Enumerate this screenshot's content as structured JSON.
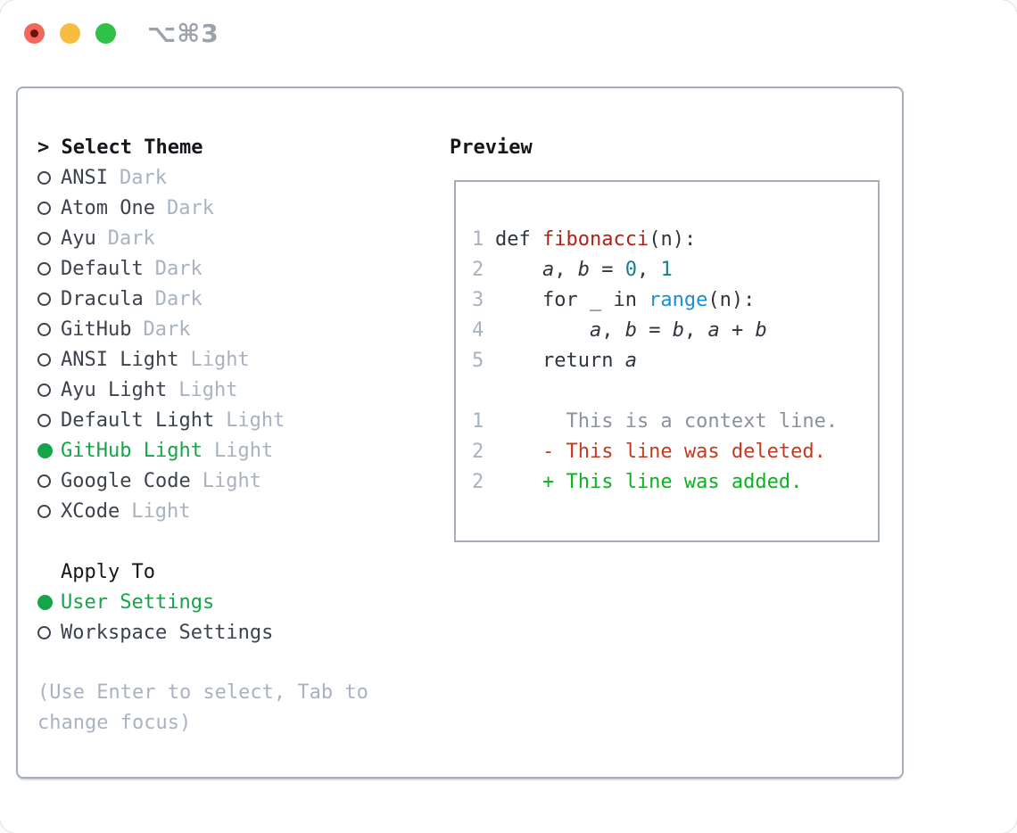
{
  "titlebar": {
    "shortcut": "⌥⌘3",
    "traffic_lights": [
      "close-icon",
      "minimize-icon",
      "zoom-icon"
    ]
  },
  "colors": {
    "selection_green": "#17a449",
    "added_green": "#0db221",
    "deleted_red": "#c43a20",
    "function_red": "#b12318",
    "number_teal": "#15808d",
    "builtin_blue": "#1b8fd0",
    "muted_gray": "#a9b3c0",
    "text_dark": "#3d434d",
    "panel_border": "#a5aeb8"
  },
  "panel": {
    "focus_prefix": "> ",
    "list_title": "Select Theme",
    "themes": [
      {
        "name": "ANSI",
        "variant": "Dark",
        "selected": false
      },
      {
        "name": "Atom One",
        "variant": "Dark",
        "selected": false
      },
      {
        "name": "Ayu",
        "variant": "Dark",
        "selected": false
      },
      {
        "name": "Default",
        "variant": "Dark",
        "selected": false
      },
      {
        "name": "Dracula",
        "variant": "Dark",
        "selected": false
      },
      {
        "name": "GitHub",
        "variant": "Dark",
        "selected": false
      },
      {
        "name": "ANSI Light",
        "variant": "Light",
        "selected": false
      },
      {
        "name": "Ayu Light",
        "variant": "Light",
        "selected": false
      },
      {
        "name": "Default Light",
        "variant": "Light",
        "selected": false
      },
      {
        "name": "GitHub Light",
        "variant": "Light",
        "selected": true
      },
      {
        "name": "Google Code",
        "variant": "Light",
        "selected": false
      },
      {
        "name": "XCode",
        "variant": "Light",
        "selected": false
      }
    ],
    "apply_to": {
      "title": "Apply To",
      "options": [
        {
          "label": "User Settings",
          "selected": true
        },
        {
          "label": "Workspace Settings",
          "selected": false
        }
      ]
    },
    "hint": "(Use Enter to select, Tab to change focus)"
  },
  "preview": {
    "title": "Preview",
    "code_lines": [
      {
        "num": "1",
        "segments": [
          {
            "text": "def ",
            "style": "fg"
          },
          {
            "text": "fibonacci",
            "style": "func"
          },
          {
            "text": "(n):",
            "style": "fg"
          }
        ]
      },
      {
        "num": "2",
        "segments": [
          {
            "text": "    ",
            "style": "fg"
          },
          {
            "text": "a",
            "style": "var"
          },
          {
            "text": ", ",
            "style": "fg"
          },
          {
            "text": "b",
            "style": "var"
          },
          {
            "text": " = ",
            "style": "fg"
          },
          {
            "text": "0",
            "style": "num"
          },
          {
            "text": ", ",
            "style": "fg"
          },
          {
            "text": "1",
            "style": "num"
          }
        ]
      },
      {
        "num": "3",
        "segments": [
          {
            "text": "    for _ in ",
            "style": "fg"
          },
          {
            "text": "range",
            "style": "call"
          },
          {
            "text": "(n):",
            "style": "fg"
          }
        ]
      },
      {
        "num": "4",
        "segments": [
          {
            "text": "        ",
            "style": "fg"
          },
          {
            "text": "a",
            "style": "var"
          },
          {
            "text": ", ",
            "style": "fg"
          },
          {
            "text": "b",
            "style": "var"
          },
          {
            "text": " = ",
            "style": "fg"
          },
          {
            "text": "b",
            "style": "var"
          },
          {
            "text": ", ",
            "style": "fg"
          },
          {
            "text": "a",
            "style": "var"
          },
          {
            "text": " + ",
            "style": "fg"
          },
          {
            "text": "b",
            "style": "var"
          }
        ]
      },
      {
        "num": "5",
        "segments": [
          {
            "text": "    return ",
            "style": "fg"
          },
          {
            "text": "a",
            "style": "var"
          }
        ]
      },
      {
        "num": "",
        "segments": []
      },
      {
        "num": "1",
        "segments": [
          {
            "text": "      This is a context line.",
            "style": "context"
          }
        ]
      },
      {
        "num": "2",
        "segments": [
          {
            "text": "    - This line was deleted.",
            "style": "deleted"
          }
        ]
      },
      {
        "num": "2",
        "segments": [
          {
            "text": "    + This line was added.",
            "style": "added"
          }
        ]
      }
    ]
  }
}
